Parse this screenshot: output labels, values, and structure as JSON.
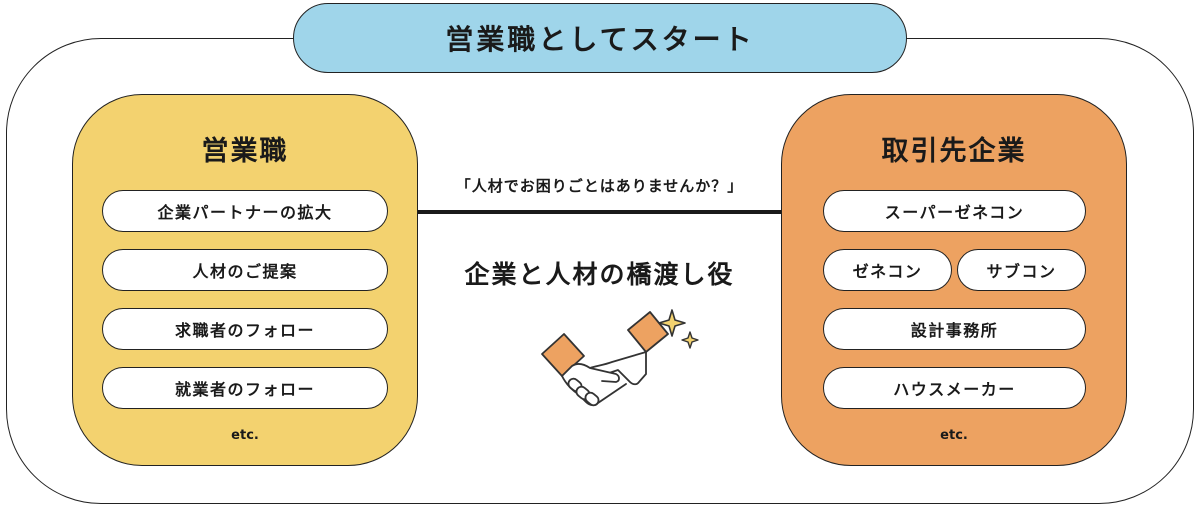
{
  "header": {
    "title": "営業職としてスタート"
  },
  "left_panel": {
    "title": "営業職",
    "items": [
      "企業パートナーの拡大",
      "人材のご提案",
      "求職者のフォロー",
      "就業者のフォロー"
    ],
    "etc": "etc."
  },
  "right_panel": {
    "title": "取引先企業",
    "items": [
      "スーパーゼネコン",
      "ゼネコン",
      "サブコン",
      "設計事務所",
      "ハウスメーカー"
    ],
    "etc": "etc."
  },
  "center": {
    "quote": "「人材でお困りごとはありませんか？」",
    "role": "企業と人材の橋渡し役",
    "icon": "handshake-icon"
  },
  "colors": {
    "header_fill": "#9fd5ea",
    "left_fill": "#f3d26f",
    "right_fill": "#eda261",
    "hands_accent": "#eda261",
    "sparkle": "#f3d26f"
  }
}
